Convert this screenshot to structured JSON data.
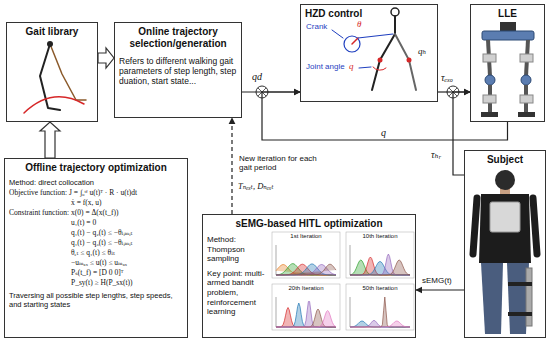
{
  "diagram": {
    "nodes": [
      {
        "text": [
          "Gait library"
        ]
      },
      {
        "text": [
          "Online trajectory selection/generation",
          "Refers to different walking gait parameters of step length, step duation, start state..."
        ]
      },
      {
        "text": [
          "HZD control"
        ]
      },
      {
        "text": [
          "LLE"
        ]
      },
      {
        "text": [
          "Offline trajectory optimization",
          "Method: direct collocation",
          "Objective function: J = ∫₀ᵗᶠ u(t)ᵀ · R · u(t)dt",
          "ẋ = f(x, u)",
          "Constraint function: x(0) = Δ(x(t_f))",
          "u₁(t) = 0",
          "q₁(t) − q₂(t) ≤ −θₗᵢₘᵢₜ",
          "q₁(t) − q₃(t) ≤ −θₗᵢₘᵢₜ",
          "θₑₜ ≤ q₁(t) ≤ θₗₜ",
          "−uₘₐₓ ≤ u(t) ≤ uₘₐₓ",
          "Pₛ(t_f) = [D 0 0]ᵀ",
          "P_sy(t) ≥ H(P_sx(t))",
          "Traversing all possible step lengths, step speeds, and starting states"
        ]
      },
      {
        "text": [
          "sEMG-based HITL optimization",
          "Method: Thompson sampling",
          "Key point: multi-armed bandit problem, reinforcement learning"
        ]
      },
      {
        "text": [
          "Subject"
        ]
      }
    ],
    "edges": [
      {
        "from": 4,
        "to": 0,
        "arrow": "to"
      },
      {
        "from": 0,
        "to": 1,
        "arrow": "to"
      },
      {
        "from": 1,
        "to": 2,
        "label": "qd",
        "arrow": "to"
      },
      {
        "from": 2,
        "to": 3,
        "label": "τₑₓₒ",
        "arrow": "to"
      },
      {
        "from": 3,
        "to": 2,
        "label": "q",
        "arrow": "to"
      },
      {
        "from": 6,
        "to": 3,
        "label": "τₕᵣ",
        "arrow": "to"
      },
      {
        "from": 6,
        "to": 5,
        "label": "sEMG(t)",
        "arrow": "to"
      },
      {
        "from": 5,
        "to": 1,
        "label": "New iteration for each gait period",
        "arrow": "to"
      }
    ],
    "labels": [
      "Crank",
      "θ",
      "Joint angle",
      "q",
      "qₕ",
      "1st Iteration",
      "10th Iteration",
      "20th Iteration",
      "50th Iteration",
      "Tₙₑₓₜ, Dₙₑₓₜ"
    ]
  }
}
